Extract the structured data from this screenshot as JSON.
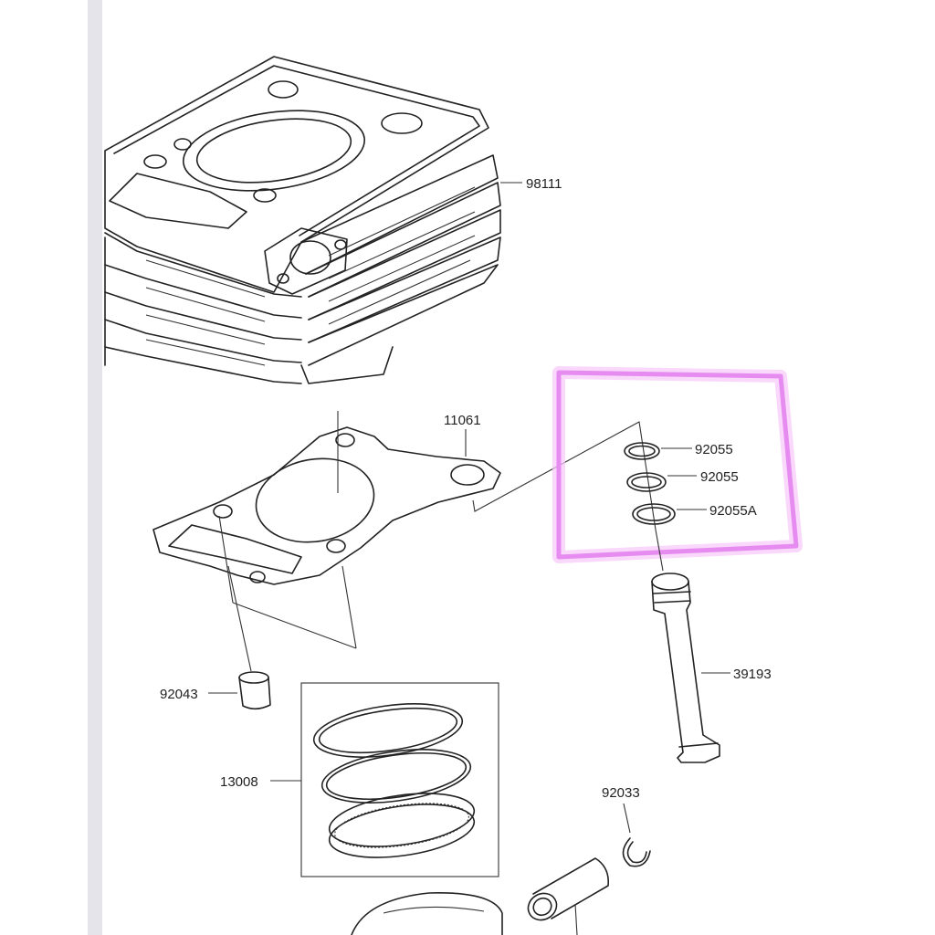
{
  "diagram": {
    "colors": {
      "ink": "#222222",
      "highlight": "#e68cf0",
      "sidebar": "#e4e4ea"
    },
    "corner_label": "",
    "part_labels": {
      "cylinder": "98111",
      "base_gasket": "11061",
      "oring_1": "92055",
      "oring_2": "92055",
      "oring_3": "92055A",
      "dowel_pin": "92043",
      "oil_pipe": "39193",
      "piston_ring_set": "13008",
      "circlip": "92033"
    }
  }
}
